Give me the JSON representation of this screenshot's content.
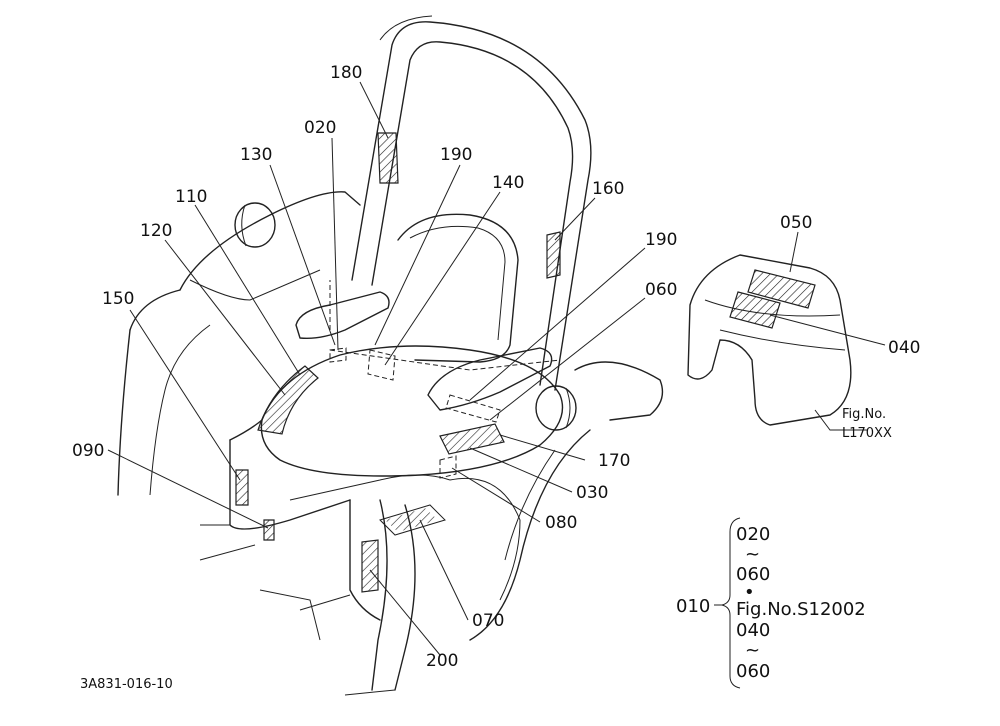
{
  "callouts": {
    "c180": "180",
    "c020": "020",
    "c130": "130",
    "c190a": "190",
    "c140": "140",
    "c160": "160",
    "c110": "110",
    "c120": "120",
    "c190b": "190",
    "c060": "060",
    "c150": "150",
    "c050": "050",
    "c040": "040",
    "c090": "090",
    "c170": "170",
    "c030": "030",
    "c080": "080",
    "c070": "070",
    "c200": "200"
  },
  "inset_figure": {
    "label": "Fig.No.",
    "number": "L170XX"
  },
  "legend": {
    "group_id": "010",
    "first_start": "020",
    "first_tilde": "~",
    "first_end": "060",
    "bullet": "•",
    "reference": "Fig.No.S12002",
    "second_start": "040",
    "second_tilde": "~",
    "second_end": "060"
  },
  "drawing_code": "3A831-016-10"
}
